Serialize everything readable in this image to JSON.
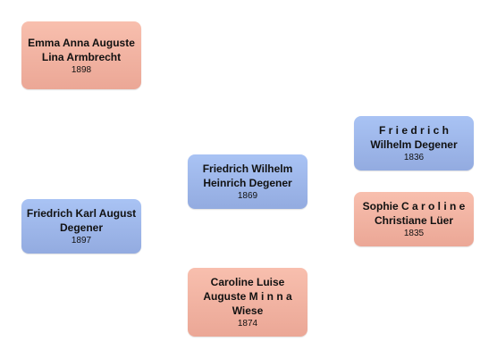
{
  "people": {
    "emma": {
      "name": "Emma Anna Auguste Lina Armbrecht",
      "year": "1898"
    },
    "friedrich_karl": {
      "name": "Friedrich Karl August Degener",
      "year": "1897"
    },
    "friedrich_wilhelm_heinrich": {
      "name": "Friedrich Wilhelm Heinrich Degener",
      "year": "1869"
    },
    "caroline": {
      "name": "Caroline Luise Auguste M i n n a Wiese",
      "year": "1874"
    },
    "friedrich_wilhelm": {
      "name": "F r i e d r i c h Wilhelm Degener",
      "year": "1836"
    },
    "sophie": {
      "name": "Sophie C a r o l i n e Christiane Lüer",
      "year": "1835"
    }
  },
  "colors": {
    "female_box": "#f2b3a2",
    "male_box": "#9fb8eb"
  }
}
